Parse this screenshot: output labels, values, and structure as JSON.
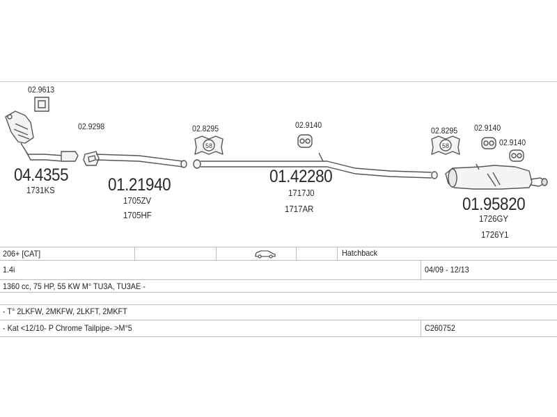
{
  "parts": {
    "clamp_1": "02.9613",
    "cat_code": "04.4355",
    "cat_ref": "1731KS",
    "gasket_1": "02.9298",
    "front_pipe_code": "01.21940",
    "front_pipe_ref_1": "1705ZV",
    "front_pipe_ref_2": "1705HF",
    "clamp_2": "02.8295",
    "hanger_1": "02.9140",
    "mid_pipe_code": "01.42280",
    "mid_pipe_ref_1": "1717J0",
    "mid_pipe_ref_2": "1717AR",
    "clamp_3": "02.8295",
    "hanger_2": "02.9140",
    "hanger_3": "02.9140",
    "rear_box_code": "01.95820",
    "rear_box_ref_1": "1726GY",
    "rear_box_ref_2": "1726Y1",
    "clamp_size_1": "58",
    "clamp_size_2": "58"
  },
  "vehicle": {
    "model": "206+  [CAT]",
    "body": "Hatchback",
    "engine": "1.4i",
    "years": "04/09 - 12/13",
    "specs": "1360 cc, 75 HP, 55 KW  M° TU3A, TU3AE -",
    "types": "- T° 2LKFW, 2MKFW, 2LKFT, 2MKFT",
    "notes": "- Kat <12/10- P Chrome Tailpipe- >M°5",
    "system_code": "C260752"
  },
  "icons": {
    "car": "car-hatchback-icon"
  },
  "colors": {
    "line": "#555555",
    "grid": "#bdbdbd"
  }
}
